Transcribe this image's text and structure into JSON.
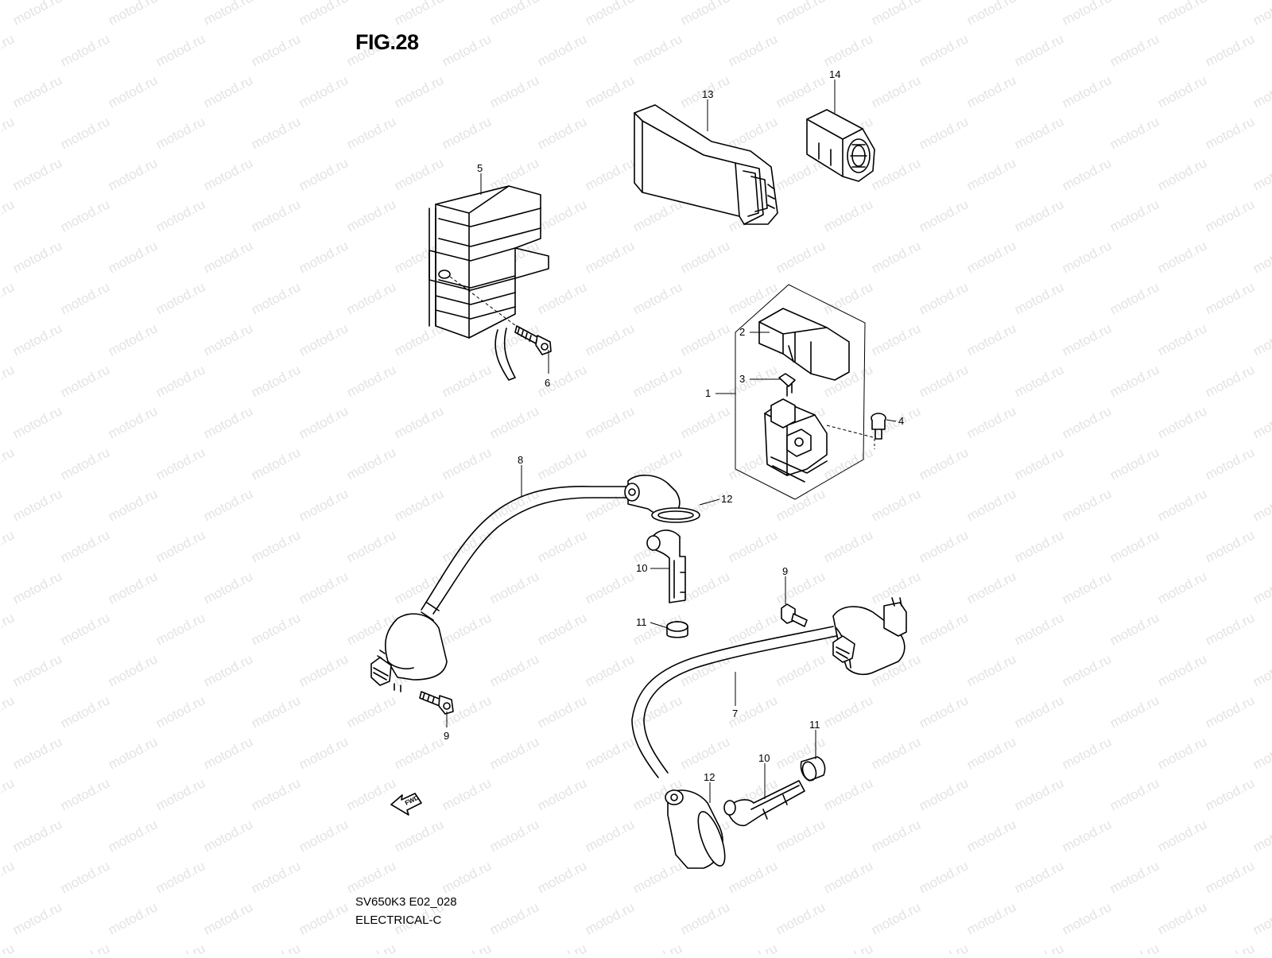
{
  "figure": {
    "title": "FIG.28",
    "model_code": "SV650K3 E02_028",
    "section": "ELECTRICAL-C"
  },
  "watermark": {
    "text": "motod.ru",
    "color": "#e3e3e3"
  },
  "fwd_label": "FWD",
  "callouts": [
    {
      "key": "c1",
      "label": "1"
    },
    {
      "key": "c2",
      "label": "2"
    },
    {
      "key": "c3",
      "label": "3"
    },
    {
      "key": "c4",
      "label": "4"
    },
    {
      "key": "c5",
      "label": "5"
    },
    {
      "key": "c6",
      "label": "6"
    },
    {
      "key": "c7",
      "label": "7"
    },
    {
      "key": "c8",
      "label": "8"
    },
    {
      "key": "c9a",
      "label": "9"
    },
    {
      "key": "c9b",
      "label": "9"
    },
    {
      "key": "c10a",
      "label": "10"
    },
    {
      "key": "c10b",
      "label": "10"
    },
    {
      "key": "c11a",
      "label": "11"
    },
    {
      "key": "c11b",
      "label": "11"
    },
    {
      "key": "c12a",
      "label": "12"
    },
    {
      "key": "c12b",
      "label": "12"
    },
    {
      "key": "c13",
      "label": "13"
    },
    {
      "key": "c14",
      "label": "14"
    }
  ]
}
